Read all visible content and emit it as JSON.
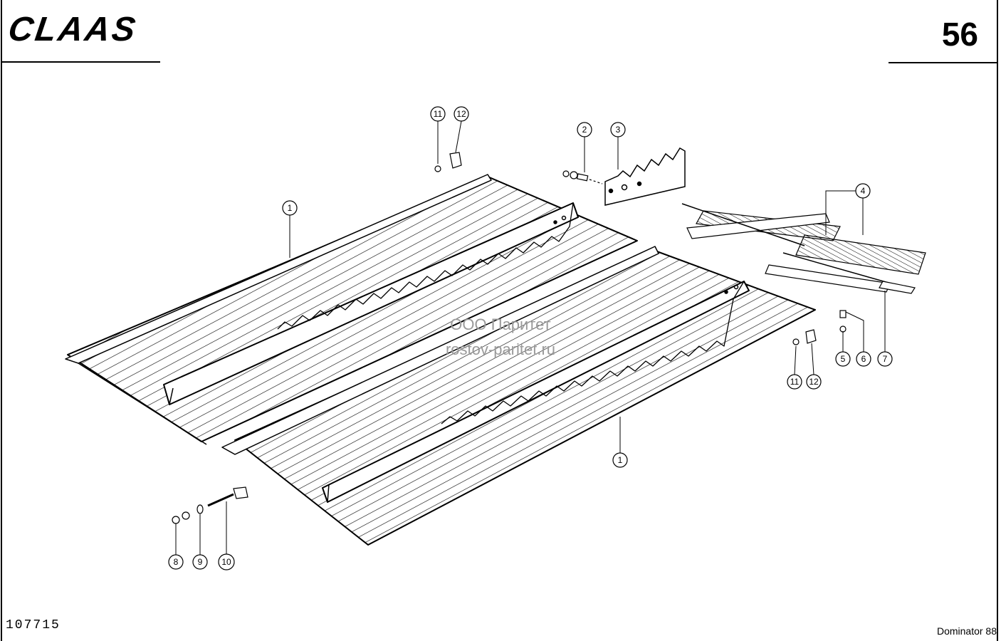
{
  "header": {
    "brand": "CLAAS",
    "page_number": "56"
  },
  "footer": {
    "document_code": "107715",
    "model": "Dominator 88"
  },
  "watermark": {
    "line1": "ООО Паритет",
    "line2": "rostov-paritet.ru"
  },
  "callouts": [
    "1",
    "1",
    "2",
    "3",
    "4",
    "5",
    "6",
    "7",
    "8",
    "9",
    "10",
    "11",
    "12",
    "11",
    "12"
  ]
}
